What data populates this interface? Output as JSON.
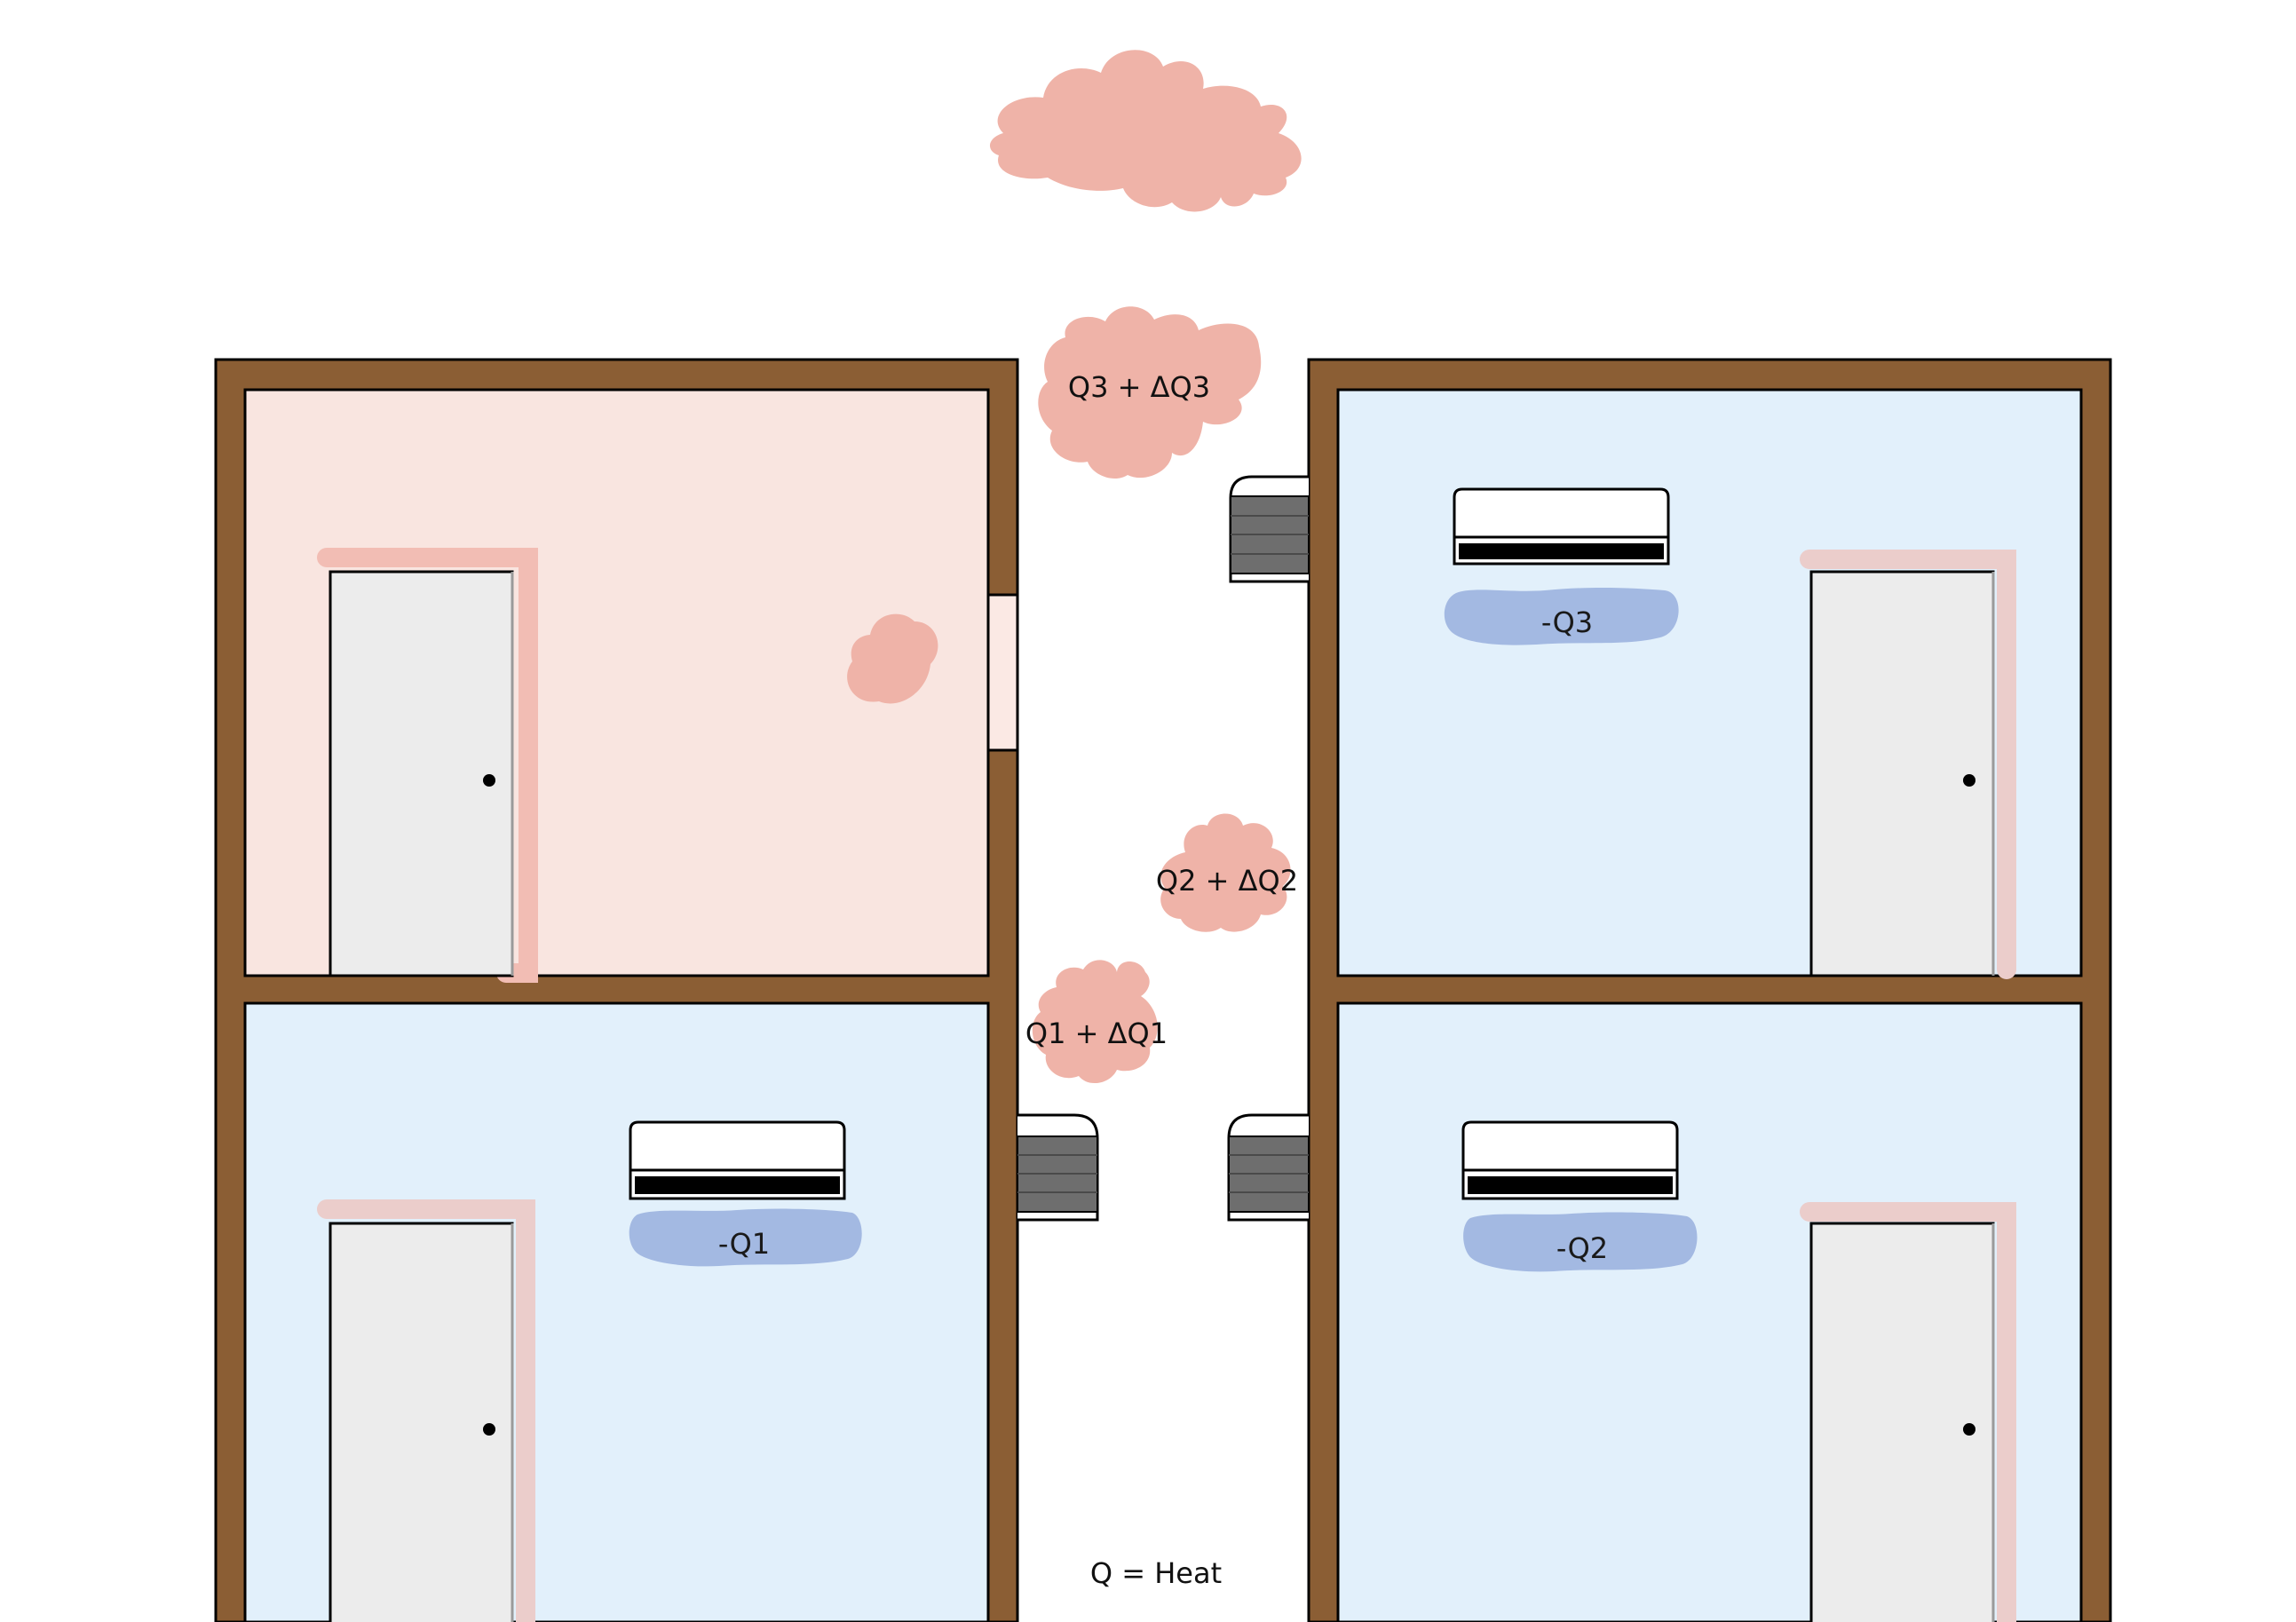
{
  "colors": {
    "wall": "#8b5e34",
    "warm_room": "#f9e5e0",
    "cool_room": "#e2f0fb",
    "heat_cloud": "#efb3a8",
    "cold_patch": "#a3b9e2",
    "door": "#ececec",
    "outdoor_unit": "#6e6e6e"
  },
  "labels": {
    "q3_exhaust": "Q3 + ΔQ3",
    "q2_exhaust": "Q2 + ΔQ2",
    "q1_exhaust": "Q1 + ΔQ1",
    "q3_cooling": "-Q3",
    "q2_cooling": "-Q2",
    "q1_cooling": "-Q1",
    "legend": "Q = Heat"
  },
  "icons": {
    "door": "door-icon",
    "ac_indoor": "air-conditioner-icon",
    "ac_outdoor": "outdoor-condenser-icon",
    "heat": "heat-cloud-icon"
  }
}
